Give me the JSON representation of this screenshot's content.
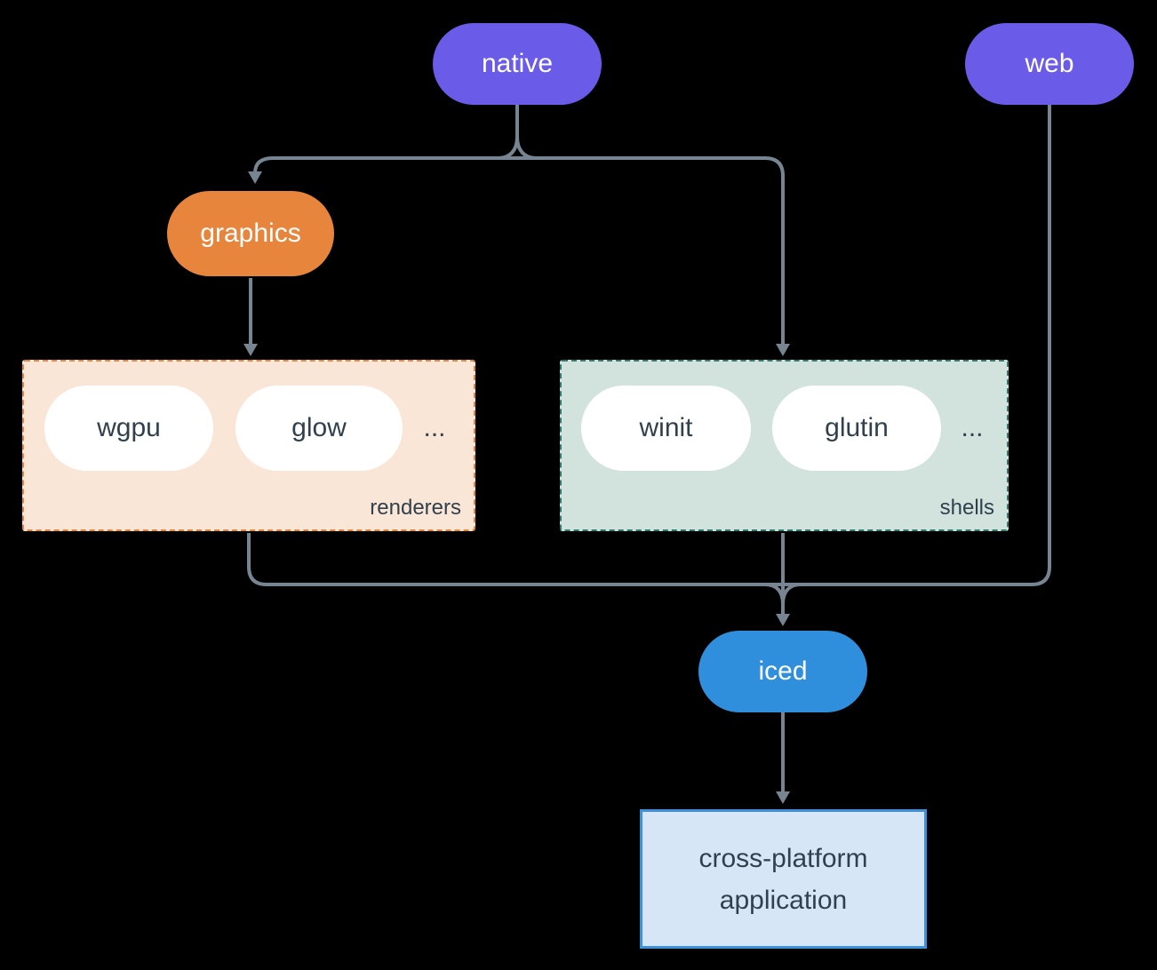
{
  "colors": {
    "bg": "#000000",
    "purple": "#6a5be9",
    "orange": "#e7853c",
    "blue": "#2f8fdc",
    "peach-fill": "#fae6d7",
    "peach-border": "#e7853c",
    "sage-fill": "#d2e2dd",
    "sage-border": "#2e7d6e",
    "app-fill": "#d6e6f7",
    "app-border": "#3d90da",
    "ink": "#30414d",
    "line": "#778593",
    "pill-text": "#ffffff"
  },
  "nodes": {
    "native": "native",
    "web": "web",
    "graphics": "graphics",
    "iced": "iced",
    "app_line1": "cross-platform",
    "app_line2": "application"
  },
  "groups": {
    "renderers": {
      "label": "renderers",
      "items": [
        "wgpu",
        "glow"
      ],
      "ellipsis": "..."
    },
    "shells": {
      "label": "shells",
      "items": [
        "winit",
        "glutin"
      ],
      "ellipsis": "..."
    }
  }
}
